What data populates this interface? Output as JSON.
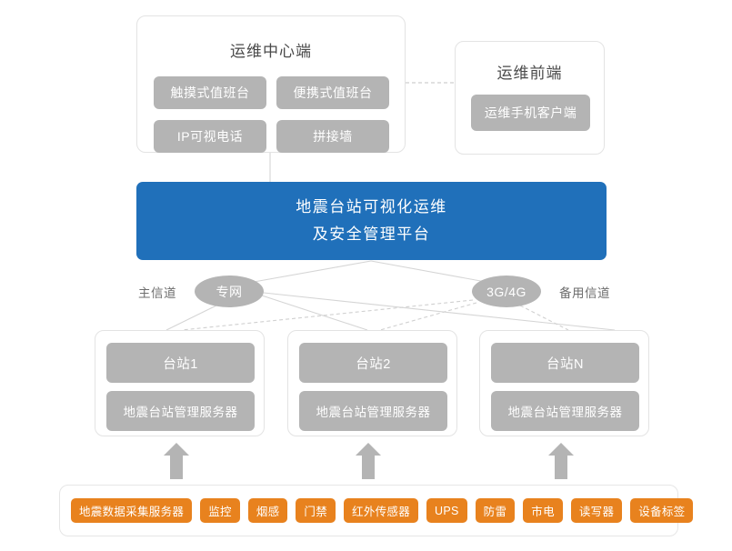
{
  "diagram": {
    "title_hidden": "",
    "colors": {
      "platform_blue": "#2070ba",
      "box_gray": "#b4b4b4",
      "tag_orange": "#e8821e",
      "panel_border": "#e3e3e3",
      "wire_gray": "#cccccc",
      "arrow_gray": "#b4b4b4",
      "label_text": "#6d6d6d"
    }
  },
  "center_panel": {
    "title": "运维中心端",
    "boxes": [
      {
        "label": "触摸式值班台"
      },
      {
        "label": "便携式值班台"
      },
      {
        "label": "IP可视电话"
      },
      {
        "label": "拼接墙"
      }
    ]
  },
  "frontend_panel": {
    "title": "运维前端",
    "boxes": [
      {
        "label": "运维手机客户端"
      }
    ]
  },
  "platform": {
    "line1": "地震台站可视化运维",
    "line2": "及安全管理平台"
  },
  "channels": {
    "primary_label": "主信道",
    "primary_node": "专网",
    "backup_node": "3G/4G",
    "backup_label": "备用信道"
  },
  "stations": [
    {
      "name": "台站1",
      "server": "地震台站管理服务器"
    },
    {
      "name": "台站2",
      "server": "地震台站管理服务器"
    },
    {
      "name": "台站N",
      "server": "地震台站管理服务器"
    }
  ],
  "devices": {
    "tags": [
      {
        "label": "地震数据采集服务器"
      },
      {
        "label": "监控"
      },
      {
        "label": "烟感"
      },
      {
        "label": "门禁"
      },
      {
        "label": "红外传感器"
      },
      {
        "label": "UPS"
      },
      {
        "label": "防雷"
      },
      {
        "label": "市电"
      },
      {
        "label": "读写器"
      },
      {
        "label": "设备标签"
      }
    ]
  }
}
